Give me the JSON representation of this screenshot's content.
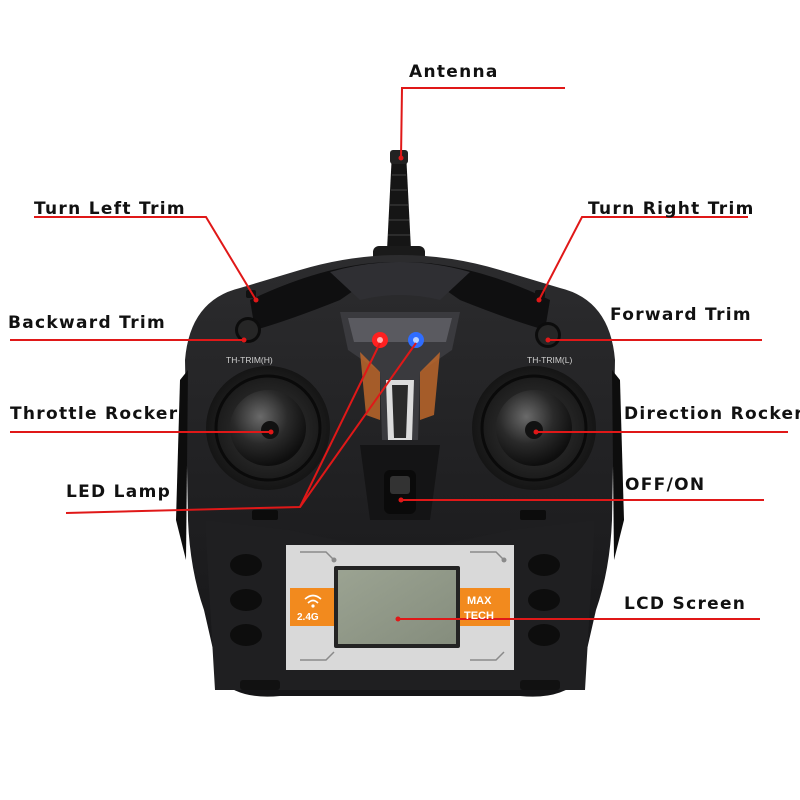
{
  "labels": {
    "antenna": "Antenna",
    "turn_left_trim": "Turn Left Trim",
    "turn_right_trim": "Turn Right Trim",
    "backward_trim": "Backward Trim",
    "forward_trim": "Forward Trim",
    "throttle_rocker": "Throttle Rocker",
    "direction_rocker": "Direction Rocker",
    "led_lamp": "LED Lamp",
    "off_on": "OFF/ON",
    "lcd_screen": "LCD Screen"
  },
  "device_text": {
    "trim_left": "TH-TRIM(H)",
    "trim_right": "TH-TRIM(L)",
    "band": "2.4G",
    "brand_line1": "MAX",
    "brand_line2": "TECH"
  },
  "colors": {
    "callout_line": "#e01818",
    "body": "#1c1c1e",
    "panel_orange": "#f28a1e",
    "lcd": "#8f9787",
    "led_red": "#ff2020",
    "led_blue": "#2f6dff"
  }
}
